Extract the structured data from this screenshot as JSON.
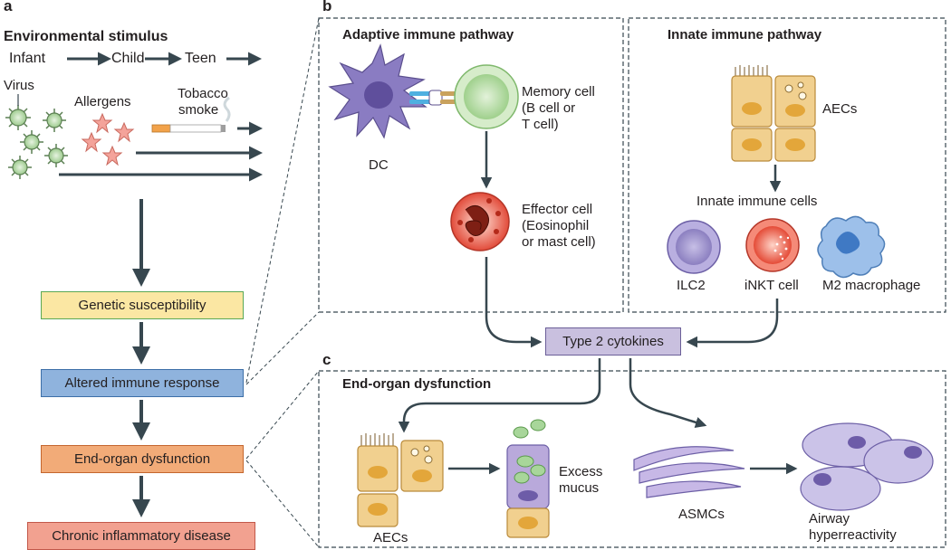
{
  "panels": {
    "a": "a",
    "b": "b",
    "c": "c"
  },
  "panel_a": {
    "title": "Environmental stimulus",
    "timeline": [
      "Infant",
      "Child",
      "Teen"
    ],
    "stimuli": {
      "virus": "Virus",
      "allergens": "Allergens",
      "tobacco_line1": "Tobacco",
      "tobacco_line2": "smoke"
    },
    "steps": {
      "genetic": "Genetic susceptibility",
      "altered": "Altered immune response",
      "end_organ": "End-organ dysfunction",
      "chronic": "Chronic inflammatory disease"
    }
  },
  "panel_b": {
    "adaptive_title": "Adaptive immune pathway",
    "innate_title": "Innate immune pathway",
    "dc": "DC",
    "memory": [
      "Memory cell",
      "(B cell or",
      "T cell)"
    ],
    "effector": [
      "Effector cell",
      "(Eosinophil",
      "or mast cell)"
    ],
    "aecs": "AECs",
    "innate_cells": "Innate immune cells",
    "ilc2": "ILC2",
    "inkt": "iNKT cell",
    "m2": "M2 macrophage",
    "cytokines": "Type 2 cytokines"
  },
  "panel_c": {
    "title": "End-organ dysfunction",
    "aecs": "AECs",
    "excess": [
      "Excess",
      "mucus"
    ],
    "asmcs": "ASMCs",
    "airway": [
      "Airway",
      "hyperreactivity"
    ]
  },
  "colors": {
    "arrow": "#37474f",
    "genetic_fill": "#fbe7a3",
    "genetic_border": "#5aa855",
    "altered_fill": "#8fb3dd",
    "end_fill": "#f2ab78",
    "chronic_fill": "#f2a190",
    "cytokine_fill": "#c9c0df",
    "dc_purple": "#7b6bb0",
    "memory_green": "#a9d59a",
    "aec_tan": "#f0cf8e",
    "ilc2_purple": "#9f94cc",
    "inkt_red": "#e85a4a",
    "m2_blue": "#7fa8d9",
    "asmc_purple": "#b8a9d9"
  }
}
